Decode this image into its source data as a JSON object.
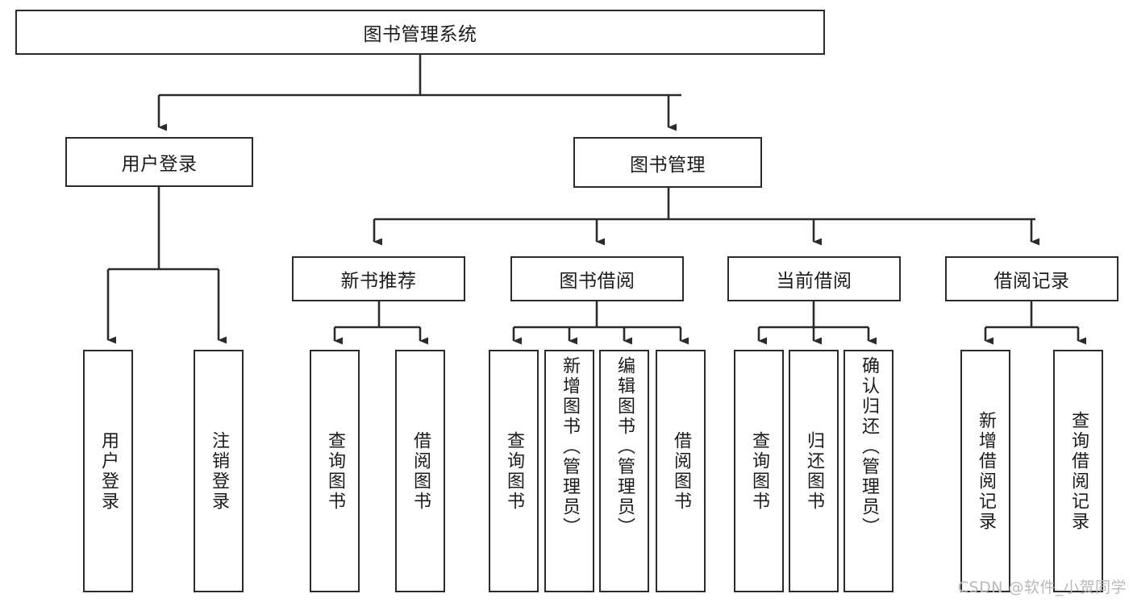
{
  "diagram": {
    "title": "图书管理系统",
    "type": "tree-hierarchy",
    "orientation": "top-down",
    "theme": {
      "background": "#ffffff",
      "box_border": "#2b2b2b",
      "box_fill": "#ffffff",
      "edge_color": "#2b2b2b",
      "text_color": "#1b1b1b",
      "watermark_color": "#b9b9b9"
    }
  },
  "nodes": {
    "root": {
      "label": "图书管理系统"
    },
    "level2": [
      {
        "id": "user-login",
        "label": "用户登录"
      },
      {
        "id": "book-manage",
        "label": "图书管理"
      }
    ],
    "level3": [
      {
        "id": "new-book-rec",
        "label": "新书推荐"
      },
      {
        "id": "book-borrow",
        "label": "图书借阅"
      },
      {
        "id": "current-borrow",
        "label": "当前借阅"
      },
      {
        "id": "borrow-record",
        "label": "借阅记录"
      }
    ],
    "leaves": {
      "user_login": [
        {
          "id": "leaf-user-login",
          "label": "用户登录"
        },
        {
          "id": "leaf-logout",
          "label": "注销登录"
        }
      ],
      "new_book_rec": [
        {
          "id": "leaf-query-book-1",
          "label": "查询图书"
        },
        {
          "id": "leaf-borrow-book-1",
          "label": "借阅图书"
        }
      ],
      "book_borrow": [
        {
          "id": "leaf-query-book-2",
          "label": "查询图书"
        },
        {
          "id": "leaf-add-book",
          "label": "新增图书（管理员）"
        },
        {
          "id": "leaf-edit-book",
          "label": "编辑图书（管理员）"
        },
        {
          "id": "leaf-borrow-book-2",
          "label": "借阅图书"
        }
      ],
      "current_borrow": [
        {
          "id": "leaf-query-book-3",
          "label": "查询图书"
        },
        {
          "id": "leaf-return-book",
          "label": "归还图书"
        },
        {
          "id": "leaf-confirm-return",
          "label": "确认归还（管理员）"
        }
      ],
      "borrow_record": [
        {
          "id": "leaf-add-record",
          "label": "新增借阅记录"
        },
        {
          "id": "leaf-query-record",
          "label": "查询借阅记录"
        }
      ]
    }
  },
  "watermark": {
    "text": "CSDN @软件_小贺同学"
  }
}
